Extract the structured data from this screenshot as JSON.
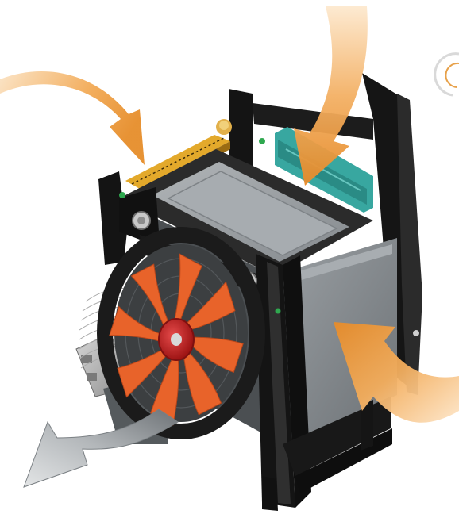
{
  "figure": {
    "type": "illustration",
    "subject": "cooling-unit-with-axial-fan",
    "labels": []
  },
  "colors": {
    "background": "#ffffff",
    "frame": "#121212",
    "frame_edge": "#2e2e2e",
    "core_light": "#8a8f93",
    "core_dark": "#5f6468",
    "top_panel": "#9a9fa3",
    "fan_blade": "#e8632a",
    "fan_hub": "#c91f1f",
    "fan_ring": "#1b1b1b",
    "teal_panel": "#38a7a0",
    "yellow_rail": "#e3a92b",
    "inflow_arrow": "#f0a34a",
    "exhaust_arrow": "#9da2a6",
    "fitting": "#c9c9c9",
    "motor_grey": "#a7a7a7"
  },
  "airflow": [
    {
      "id": "intake-top-left",
      "direction": "inward",
      "kind": "cooling-air-in"
    },
    {
      "id": "intake-top-right",
      "direction": "inward",
      "kind": "cooling-air-in"
    },
    {
      "id": "intake-right",
      "direction": "inward",
      "kind": "cooling-air-in"
    },
    {
      "id": "exhaust-bottom-left",
      "direction": "outward",
      "kind": "warm-air-out"
    }
  ],
  "fan": {
    "blade_count": 8
  }
}
